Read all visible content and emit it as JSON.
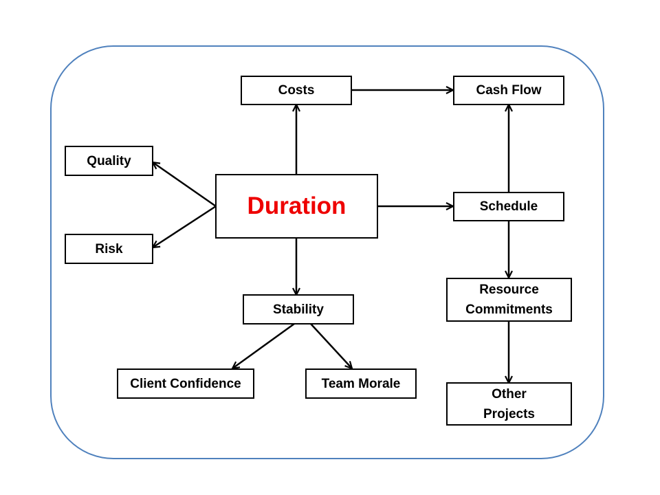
{
  "colors": {
    "frame_border": "#4f81bd",
    "duration_text": "#ee0000",
    "node_border": "#000000",
    "arrow": "#000000"
  },
  "nodes": {
    "duration": "Duration",
    "costs": "Costs",
    "cash_flow": "Cash Flow",
    "quality": "Quality",
    "risk": "Risk",
    "schedule": "Schedule",
    "stability": "Stability",
    "resource_commitments": "Resource\nCommitments",
    "client_confidence": "Client Confidence",
    "team_morale": "Team Morale",
    "other_projects": "Other\nProjects"
  },
  "edges": [
    {
      "from": "duration",
      "to": "costs"
    },
    {
      "from": "costs",
      "to": "cash_flow"
    },
    {
      "from": "duration",
      "to": "quality"
    },
    {
      "from": "duration",
      "to": "risk"
    },
    {
      "from": "duration",
      "to": "schedule"
    },
    {
      "from": "schedule",
      "to": "cash_flow"
    },
    {
      "from": "duration",
      "to": "stability"
    },
    {
      "from": "schedule",
      "to": "resource_commitments"
    },
    {
      "from": "stability",
      "to": "client_confidence"
    },
    {
      "from": "stability",
      "to": "team_morale"
    },
    {
      "from": "resource_commitments",
      "to": "other_projects"
    }
  ]
}
